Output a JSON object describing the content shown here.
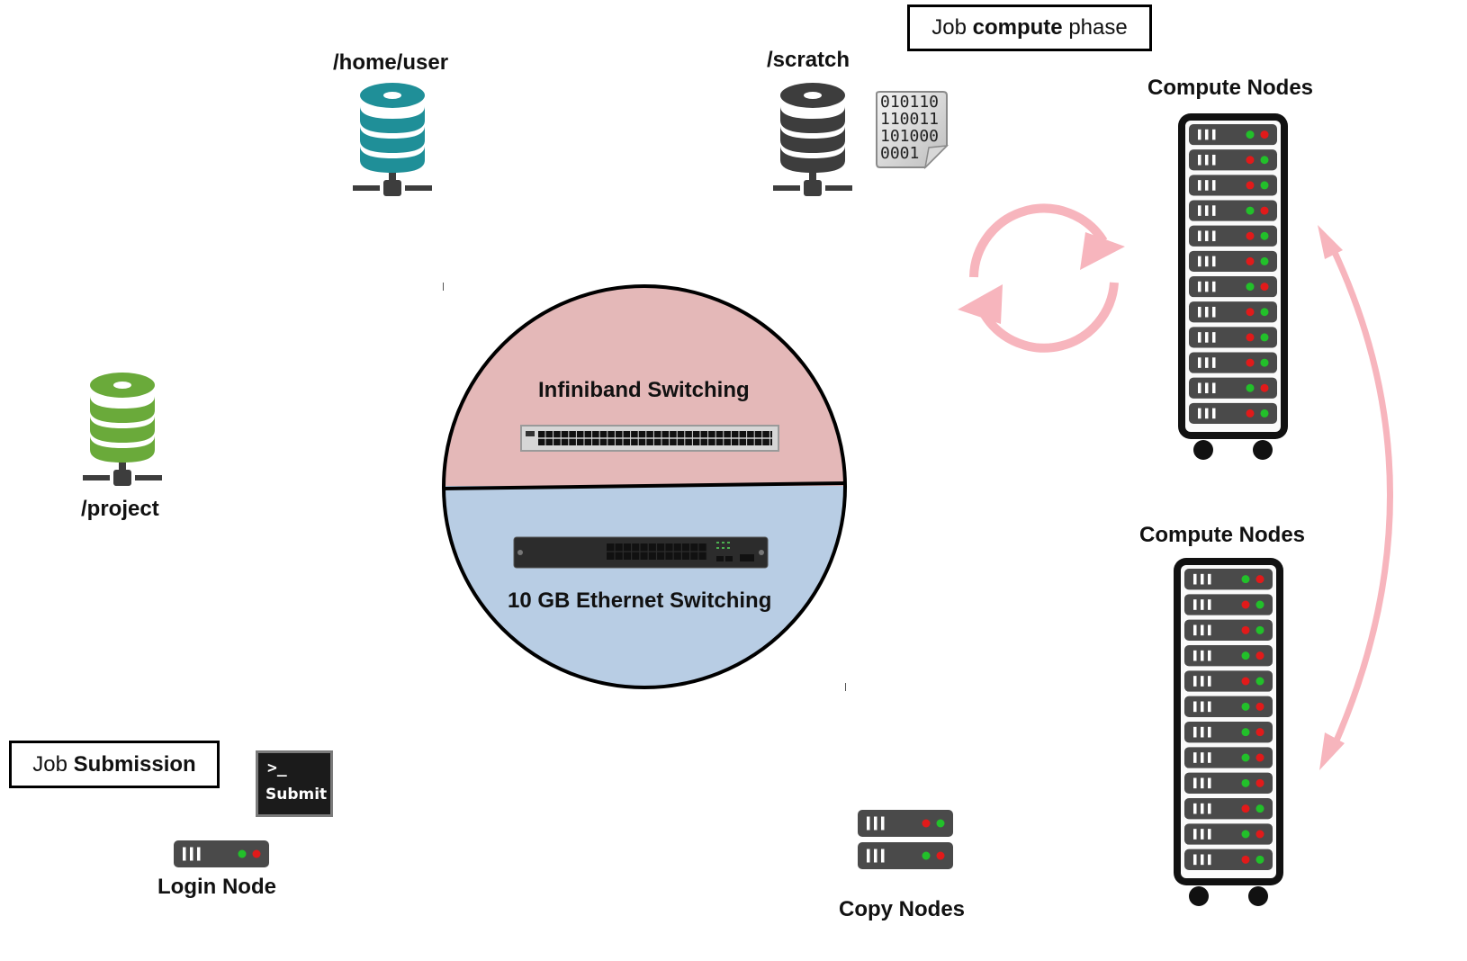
{
  "storage": {
    "home": "/home/user",
    "scratch": "/scratch",
    "project": "/project"
  },
  "binary_lines": [
    "010110",
    "110011",
    "101000",
    "0001"
  ],
  "switch": {
    "infiniband": "Infiniband Switching",
    "ethernet": "10 GB Ethernet Switching"
  },
  "compute_phase": {
    "prefix": "Job ",
    "bold": "compute",
    "suffix": " phase"
  },
  "job_submission": {
    "prefix": "Job ",
    "bold": "Submission"
  },
  "submit_terminal": {
    "prompt": ">_",
    "label": "Submit"
  },
  "nodes": {
    "compute_top": "Compute Nodes",
    "compute_bottom": "Compute Nodes",
    "login": "Login Node",
    "copy": "Copy Nodes"
  },
  "colors": {
    "home_db": "#1f8f98",
    "scratch_db": "#3d3d3d",
    "project_db": "#6aaa3a",
    "infiniband_fill": "#e4b8b8",
    "ethernet_fill": "#b8cde4",
    "arrow": "#f7b5bd",
    "led_red": "#e11a1a",
    "led_green": "#22c02a"
  }
}
